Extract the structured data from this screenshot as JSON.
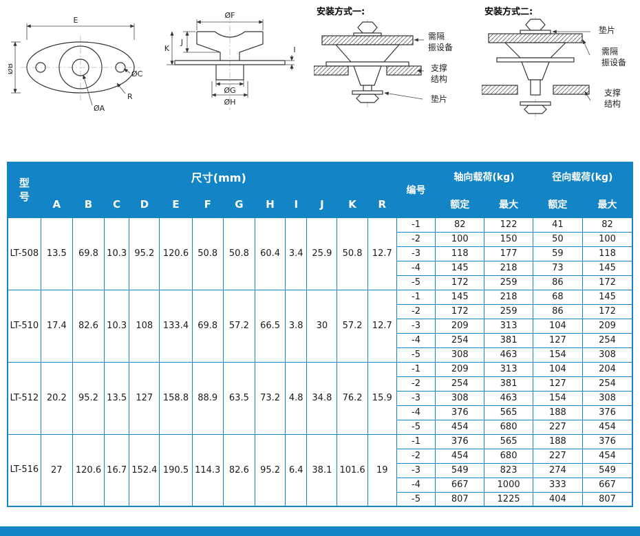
{
  "colors": {
    "accent": "#1385c7",
    "header_text": "#ffffff",
    "line_art": "#333333",
    "body_text": "#1a1a1a"
  },
  "diagrams": {
    "top_view": {
      "labels": {
        "e": "E",
        "b": "ØB",
        "c": "ØC",
        "r": "R",
        "a": "ØA"
      }
    },
    "section_view": {
      "labels": {
        "f": "ØF",
        "j": "J",
        "k": "K",
        "i": "I",
        "g": "ØG",
        "h": "ØH"
      }
    },
    "install_one": {
      "title": "安装方式一:",
      "labels": {
        "equipment": "需隔\n振设备",
        "support": "支撑\n结构",
        "washer": "垫片"
      }
    },
    "install_two": {
      "title": "安装方式二:",
      "labels": {
        "washer": "垫片",
        "equipment": "需隔\n振设备",
        "support": "支撑\n结构"
      }
    }
  },
  "table": {
    "header": {
      "model": "型号",
      "dims": "尺寸(mm)",
      "dim_cols": [
        "A",
        "B",
        "C",
        "D",
        "E",
        "F",
        "G",
        "H",
        "I",
        "J",
        "K",
        "R"
      ],
      "number": "编号",
      "axial": "轴向载荷(kg)",
      "radial": "径向载荷(kg)",
      "rated": "额定",
      "max": "最大"
    },
    "groups": [
      {
        "model": "LT-508",
        "dims": [
          "13.5",
          "69.8",
          "10.3",
          "95.2",
          "120.6",
          "50.8",
          "50.8",
          "60.4",
          "3.4",
          "25.9",
          "50.8",
          "12.7"
        ],
        "rows": [
          {
            "no": "-1",
            "axial_rated": "82",
            "axial_max": "122",
            "radial_rated": "41",
            "radial_max": "82"
          },
          {
            "no": "-2",
            "axial_rated": "100",
            "axial_max": "150",
            "radial_rated": "50",
            "radial_max": "100"
          },
          {
            "no": "-3",
            "axial_rated": "118",
            "axial_max": "177",
            "radial_rated": "59",
            "radial_max": "118"
          },
          {
            "no": "-4",
            "axial_rated": "145",
            "axial_max": "218",
            "radial_rated": "73",
            "radial_max": "145"
          },
          {
            "no": "-5",
            "axial_rated": "172",
            "axial_max": "259",
            "radial_rated": "86",
            "radial_max": "172"
          }
        ]
      },
      {
        "model": "LT-510",
        "dims": [
          "17.4",
          "82.6",
          "10.3",
          "108",
          "133.4",
          "69.8",
          "57.2",
          "66.5",
          "3.8",
          "30",
          "57.2",
          "12.7"
        ],
        "rows": [
          {
            "no": "-1",
            "axial_rated": "145",
            "axial_max": "218",
            "radial_rated": "68",
            "radial_max": "145"
          },
          {
            "no": "-2",
            "axial_rated": "172",
            "axial_max": "259",
            "radial_rated": "86",
            "radial_max": "172"
          },
          {
            "no": "-3",
            "axial_rated": "209",
            "axial_max": "313",
            "radial_rated": "104",
            "radial_max": "209"
          },
          {
            "no": "-4",
            "axial_rated": "254",
            "axial_max": "381",
            "radial_rated": "127",
            "radial_max": "254"
          },
          {
            "no": "-5",
            "axial_rated": "308",
            "axial_max": "463",
            "radial_rated": "154",
            "radial_max": "308"
          }
        ]
      },
      {
        "model": "LT-512",
        "dims": [
          "20.2",
          "95.2",
          "13.5",
          "127",
          "158.8",
          "88.9",
          "63.5",
          "73.2",
          "4.8",
          "34.8",
          "76.2",
          "15.9"
        ],
        "rows": [
          {
            "no": "-1",
            "axial_rated": "209",
            "axial_max": "313",
            "radial_rated": "104",
            "radial_max": "204"
          },
          {
            "no": "-2",
            "axial_rated": "254",
            "axial_max": "381",
            "radial_rated": "127",
            "radial_max": "254"
          },
          {
            "no": "-3",
            "axial_rated": "308",
            "axial_max": "463",
            "radial_rated": "154",
            "radial_max": "308"
          },
          {
            "no": "-4",
            "axial_rated": "376",
            "axial_max": "565",
            "radial_rated": "188",
            "radial_max": "376"
          },
          {
            "no": "-5",
            "axial_rated": "454",
            "axial_max": "680",
            "radial_rated": "227",
            "radial_max": "454"
          }
        ]
      },
      {
        "model": "LT-516",
        "dims": [
          "27",
          "120.6",
          "16.7",
          "152.4",
          "190.5",
          "114.3",
          "82.6",
          "95.2",
          "6.4",
          "38.1",
          "101.6",
          "19"
        ],
        "rows": [
          {
            "no": "-1",
            "axial_rated": "376",
            "axial_max": "565",
            "radial_rated": "188",
            "radial_max": "376"
          },
          {
            "no": "-2",
            "axial_rated": "454",
            "axial_max": "680",
            "radial_rated": "227",
            "radial_max": "454"
          },
          {
            "no": "-3",
            "axial_rated": "549",
            "axial_max": "823",
            "radial_rated": "274",
            "radial_max": "549"
          },
          {
            "no": "-4",
            "axial_rated": "667",
            "axial_max": "1000",
            "radial_rated": "333",
            "radial_max": "667"
          },
          {
            "no": "-5",
            "axial_rated": "807",
            "axial_max": "1225",
            "radial_rated": "404",
            "radial_max": "807"
          }
        ]
      }
    ]
  }
}
